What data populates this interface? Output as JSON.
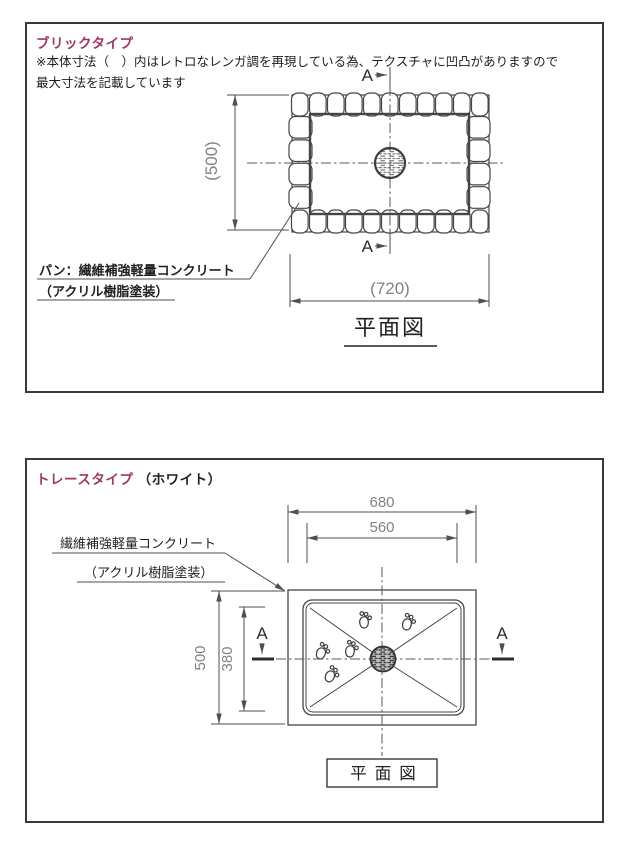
{
  "colors": {
    "accent": "#9d3767",
    "line": "#454545",
    "dim_text": "#828282",
    "border": "#3a3a3a"
  },
  "panel_brick": {
    "title": "ブリックタイプ",
    "note_line1": "※本体寸法（　）内はレトロなレンガ調を再現している為、テクスチャに凹凸がありますので",
    "note_line2": "最大寸法を記載しています",
    "section_top": "A",
    "section_bottom": "A",
    "dim_height": "(500)",
    "dim_width": "(720)",
    "material_line1": "パン：繊維補強軽量コンクリート",
    "material_line2": "（アクリル樹脂塗装）",
    "caption": "平面図"
  },
  "panel_trace": {
    "title": "トレースタイプ",
    "title_suffix": "（ホワイト）",
    "material_line1": "繊維補強軽量コンクリート",
    "material_line2": "（アクリル樹脂塗装）",
    "dim_outer_width": "680",
    "dim_inner_width": "560",
    "dim_outer_height": "500",
    "dim_inner_height": "380",
    "section_left": "A",
    "section_right": "A",
    "caption": "平面図"
  }
}
